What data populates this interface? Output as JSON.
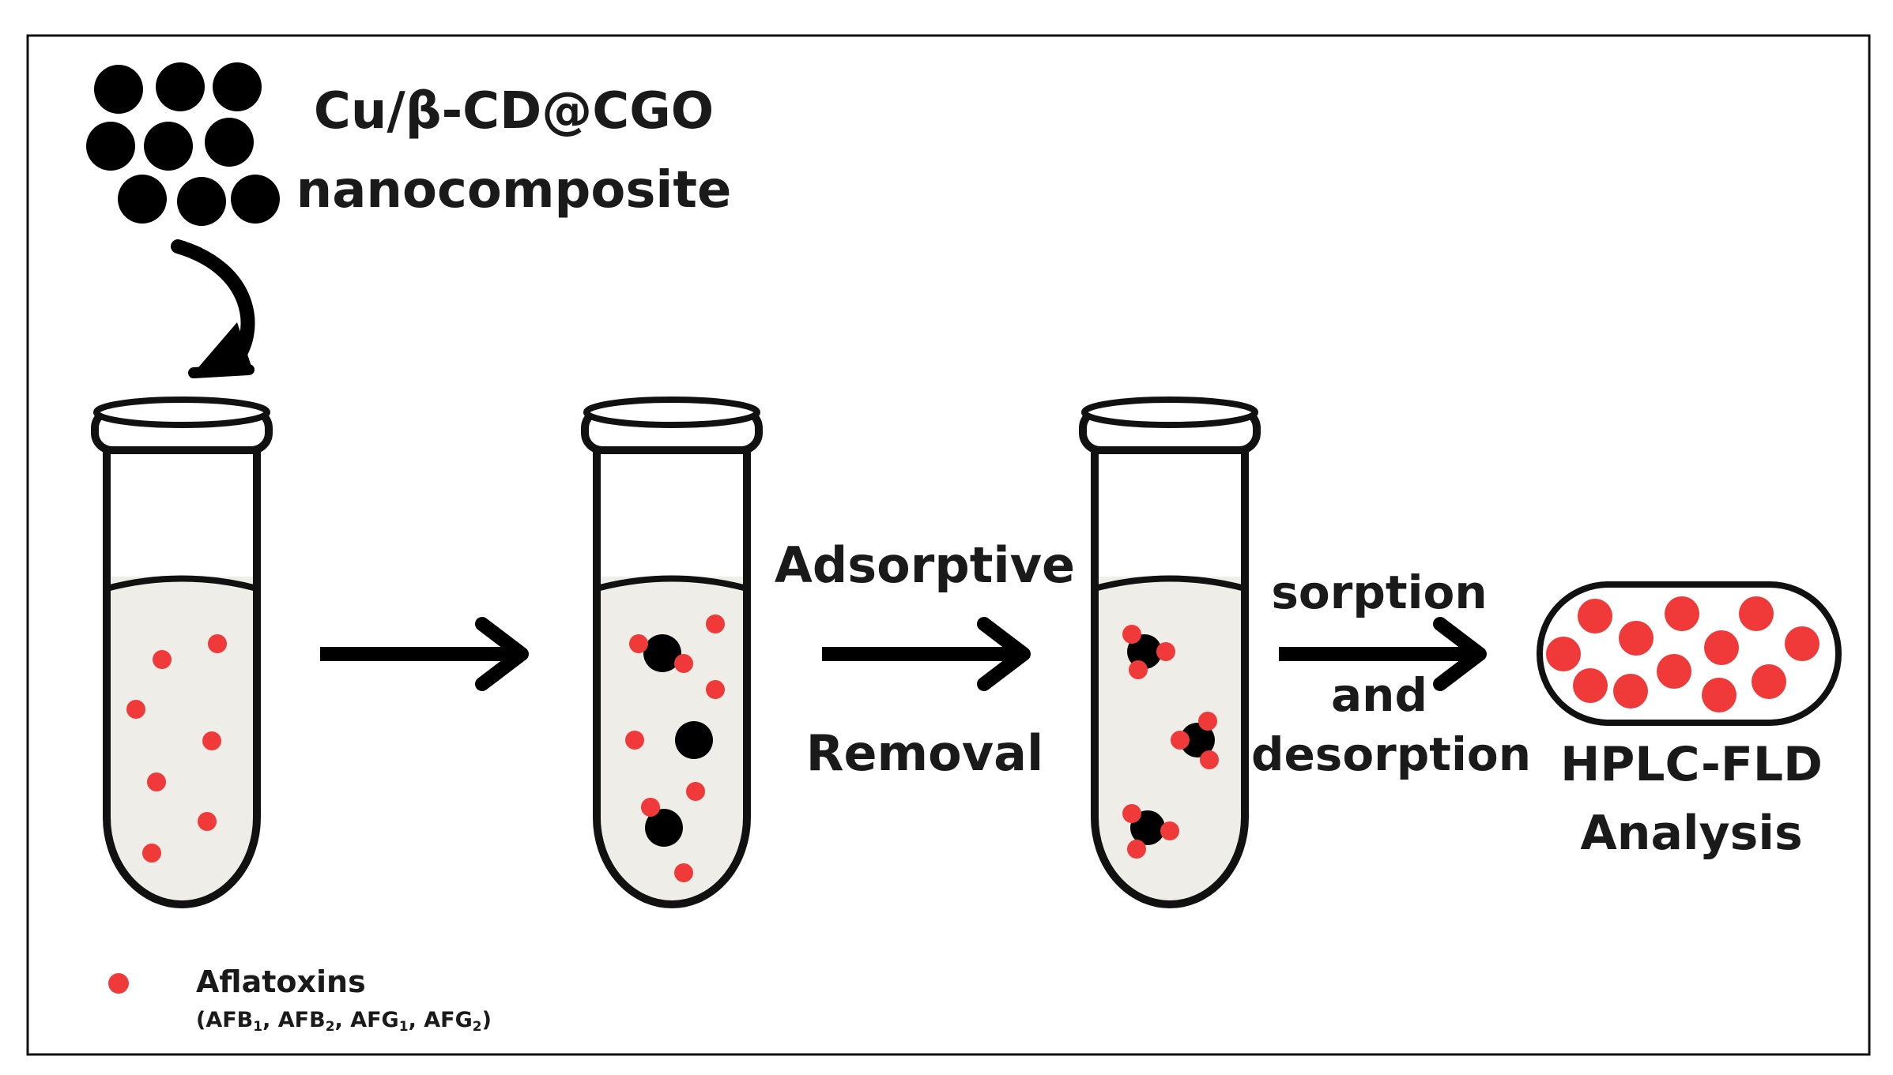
{
  "title": {
    "line1": "Cu/β-CD@CGO",
    "line2": "nanocomposite"
  },
  "steps": {
    "step2_line1": "Adsorptive",
    "step2_line2": "Removal",
    "step3_line1": "sorption",
    "step3_line2": "and",
    "step3_line3": "desorption"
  },
  "analysis": {
    "line1": "HPLC-FLD",
    "line2": "Analysis"
  },
  "legend": {
    "label": "Aflatoxins",
    "sublabel": {
      "open": "(",
      "afb": "AFB",
      "sub1": "1",
      "sep": ", ",
      "afg": "AFG",
      "sub2": "2",
      "close": ")"
    }
  },
  "colors": {
    "aflatoxin": "#f03a3a",
    "nanoparticle": "#000000",
    "liquid": "#eeede8",
    "outline": "#111111"
  }
}
